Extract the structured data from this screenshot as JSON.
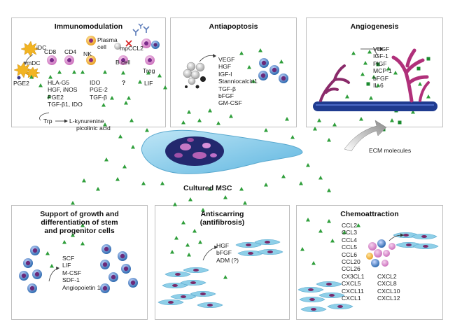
{
  "center": {
    "label": "Cultured MSC"
  },
  "ecm": {
    "label": "ECM molecules"
  },
  "immunomodulation": {
    "title": "Immunomodulation",
    "cells": {
      "idc": "iDC",
      "mdc": "mDC",
      "cd8": "CD8",
      "cd4": "CD4",
      "plasma": "Plasma\ncell",
      "mpccl2": "mpCCL2",
      "nk": "NK",
      "bcell": "B cell",
      "treg": "Treg",
      "unknown": "?"
    },
    "factors": {
      "pge2": "PGE2",
      "cd8_list": [
        "HLA-G5",
        "HGF, iNOS",
        "PGE2",
        "TGF-β1, IDO"
      ],
      "nk_list": [
        "IDO",
        "PGE-2",
        "TGF-β"
      ],
      "treg": "LIF",
      "trp": "Trp",
      "kyn": [
        "L-kynurenine",
        "picolinic acid"
      ]
    }
  },
  "antiapoptosis": {
    "title": "Antiapoptosis",
    "factors": [
      "VEGF",
      "HGF",
      "IGF-I",
      "Stanniocalcin1",
      "TGF-β",
      "bFGF",
      "GM-CSF"
    ]
  },
  "angiogenesis": {
    "title": "Angiogenesis",
    "factors": [
      "VEGF",
      "IGF-1",
      "PlGF",
      "MCP-1",
      "bFGF",
      "IL-6"
    ]
  },
  "support": {
    "title": [
      "Support of growth and",
      "differentiation of stem",
      "and progenitor cells"
    ],
    "factors": [
      "SCF",
      "LIF",
      "M-CSF",
      "SDF-1",
      "Angiopoietin 1"
    ]
  },
  "antiscarring": {
    "title": [
      "Antiscarring",
      "(antifibrosis)"
    ],
    "factors": [
      "HGF",
      "bFGF",
      "ADM (?)"
    ]
  },
  "chemoattraction": {
    "title": "Chemoattraction",
    "factors_left": [
      "CCL2",
      "CCL3",
      "CCL4",
      "CCL5",
      "CCL6",
      "CCL20",
      "CCL26",
      "CX3CL1",
      "CXCL5",
      "CXCL11",
      "CXCL1"
    ],
    "factors_right": [
      "CXCL2",
      "CXCL8",
      "CXCL10",
      "CXCL12"
    ]
  },
  "colors": {
    "secreted_green": "#2e9e3a",
    "ecm_green": "#1a8a2e",
    "msc_fill": "#8fd0ea",
    "nucleus": "#2a2f7a",
    "vessel_blue": "#1f3b8f",
    "vessel_magenta": "#b0307a",
    "cell_blue": "#1f5fa8",
    "fibroblast": "#8ecfe8",
    "panel_border": "#bfbfbf"
  }
}
